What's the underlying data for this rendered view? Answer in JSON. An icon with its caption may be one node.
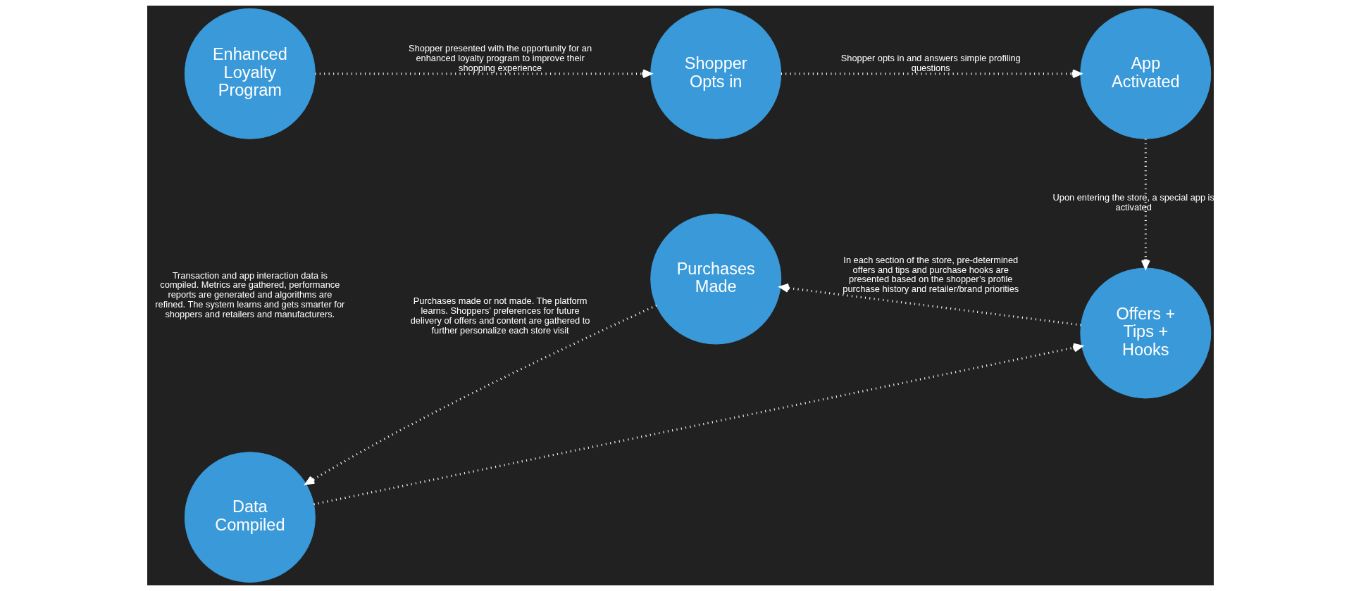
{
  "diagram": {
    "nodes": [
      {
        "text": [
          "Enhanced Loyalty Program"
        ]
      },
      {
        "text": [
          "Shopper Opts in"
        ]
      },
      {
        "text": [
          "App Activated"
        ]
      },
      {
        "text": [
          "Offers + Tips + Hooks"
        ]
      },
      {
        "text": [
          "Purchases Made"
        ]
      },
      {
        "text": [
          "Data Compiled"
        ]
      }
    ],
    "edges": [
      {
        "from": 0,
        "to": 1,
        "arrow": "to",
        "label": "Shopper presented with the opportunity for an enhanced loyalty program to improve their shopping experience"
      },
      {
        "from": 1,
        "to": 2,
        "arrow": "to",
        "label": "Shopper opts in and answers simple profiling questions"
      },
      {
        "from": 2,
        "to": 3,
        "arrow": "to",
        "label": "Upon entering the store, a special app is activated"
      },
      {
        "from": 3,
        "to": 4,
        "arrow": "to",
        "label": "In each section of the store, pre-determined offers and tips and purchase hooks are presented based on the shopper’s profile purchase history and retailer/brand priorities"
      },
      {
        "from": 4,
        "to": 5,
        "arrow": "to",
        "label": "Purchases made or not made. The platform learns. Shoppers’ preferences for future delivery of offers and content are gathered to further personalize each store visit"
      },
      {
        "from": 5,
        "to": 3,
        "arrow": "to"
      }
    ],
    "labels": [
      "Transaction and app interaction data is compiled. Metrics are gathered, performance reports are generated and algorithms are refined. The system learns and gets smarter for shoppers and retailers and manufacturers."
    ]
  }
}
